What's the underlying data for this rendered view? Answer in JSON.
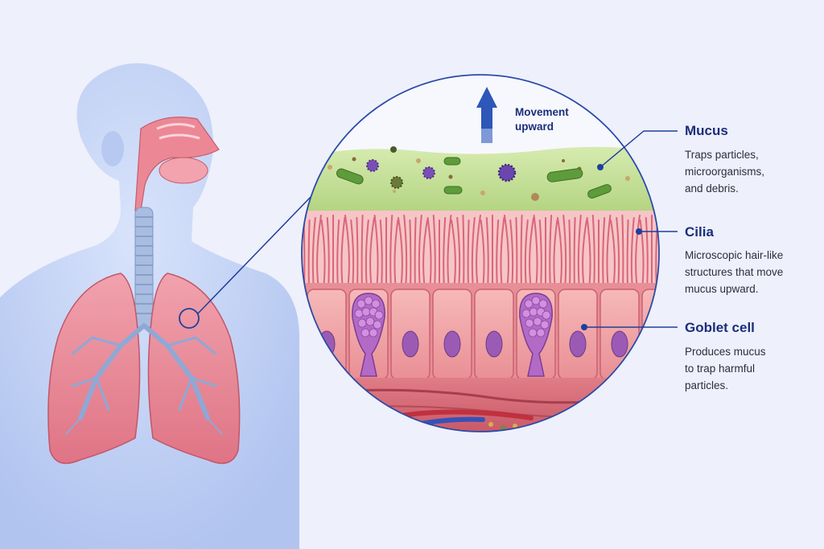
{
  "movement": {
    "line1": "Movement",
    "line2": "upward"
  },
  "labels": {
    "mucus": {
      "title": "Mucus",
      "desc": [
        "Traps particles,",
        "microorganisms,",
        "and debris."
      ]
    },
    "cilia": {
      "title": "Cilia",
      "desc": [
        "Microscopic hair-like",
        "structures that move",
        "mucus upward."
      ]
    },
    "goblet": {
      "title": "Goblet cell",
      "desc": [
        "Produces mucus",
        "to trap harmful",
        "particles."
      ]
    }
  },
  "colors": {
    "background": "#eef0fb",
    "body": "#b9ccf3",
    "lung": "#e98a98",
    "mucus": "#bcd98a",
    "cilia": "#d9707f",
    "cell": "#f1a3a6",
    "goblet": "#b36ac7",
    "nucleus": "#9b5bb5",
    "accent": "#1f3f9c",
    "label": "#1a2e7a"
  }
}
